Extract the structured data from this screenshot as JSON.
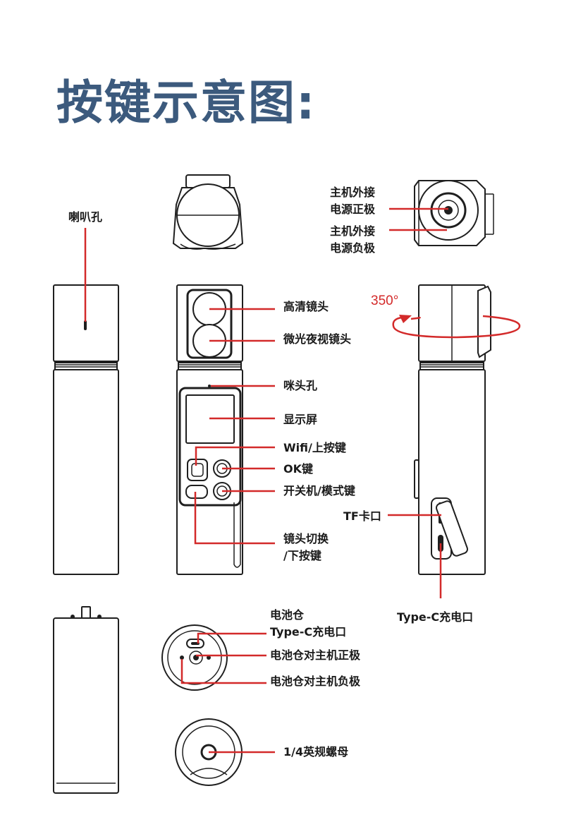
{
  "title": "按键示意图:",
  "colors": {
    "title": "#3c5a7d",
    "leader": "#d32a2a",
    "device": "#1f1f1f"
  },
  "labels": {
    "speaker": "喇叭孔",
    "host_pos_l1": "主机外接",
    "host_pos_l2": "电源正极",
    "host_neg_l1": "主机外接",
    "host_neg_l2": "电源负极",
    "hd_lens": "高清镜头",
    "lowlight_lens": "微光夜视镜头",
    "mic": "咪头孔",
    "screen": "显示屏",
    "wifi_up": "Wifi/上按键",
    "ok": "OK键",
    "power_mode": "开关机/模式键",
    "lens_switch_l1": "镜头切换",
    "lens_switch_l2": "/下按键",
    "rotation": "350°",
    "tf_slot": "TF卡口",
    "typec_main": "Type-C充电口",
    "battery_l1": "电池仓",
    "battery_l2": "Type-C充电口",
    "battery_pos": "电池仓对主机正极",
    "battery_neg": "电池仓对主机负极",
    "nut": "1/4英规螺母"
  },
  "icons": [
    "speaker-hole-icon",
    "lens-icon",
    "button-icon",
    "rotation-arrow-icon",
    "usb-c-port-icon",
    "tripod-nut-icon"
  ]
}
